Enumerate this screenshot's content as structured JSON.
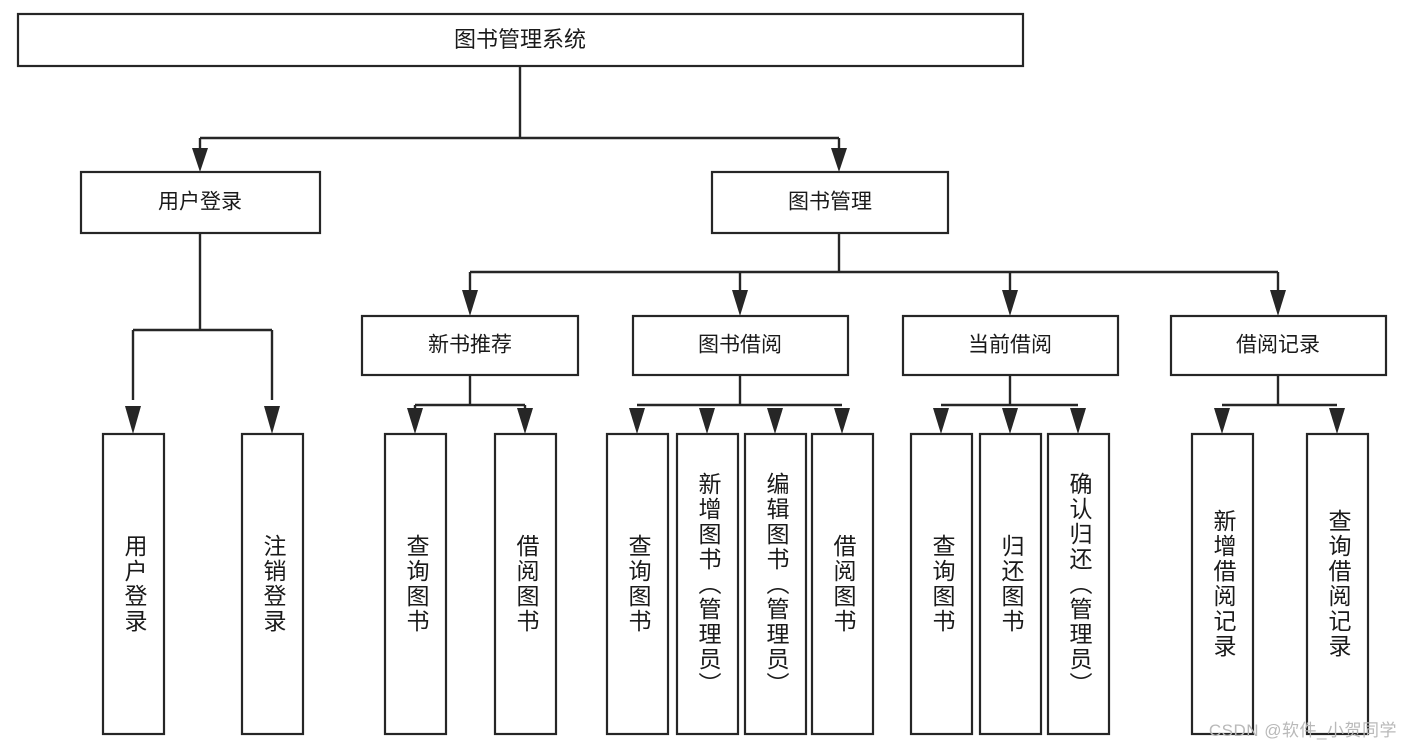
{
  "diagram": {
    "title": "图书管理系统",
    "type": "hierarchy-tree",
    "orientation": "top-down",
    "colors": {
      "box_stroke": "#262626",
      "box_fill": "#ffffff",
      "connector": "#262626",
      "text": "#1a1a1a",
      "watermark": "#b9b9b9",
      "background": "#ffffff"
    },
    "root": {
      "label": "图书管理系统"
    },
    "level1": [
      {
        "id": "user-login",
        "label": "用户登录"
      },
      {
        "id": "book-manage",
        "label": "图书管理"
      }
    ],
    "level2": [
      {
        "id": "new-book-rec",
        "label": "新书推荐",
        "parent": "book-manage"
      },
      {
        "id": "book-borrow",
        "label": "图书借阅",
        "parent": "book-manage"
      },
      {
        "id": "current-borrow",
        "label": "当前借阅",
        "parent": "book-manage"
      },
      {
        "id": "borrow-record",
        "label": "借阅记录",
        "parent": "book-manage"
      }
    ],
    "leaves": [
      {
        "id": "leaf-user-login",
        "label": "用户登录",
        "parent": "user-login"
      },
      {
        "id": "leaf-logout",
        "label": "注销登录",
        "parent": "user-login"
      },
      {
        "id": "leaf-query-book-1",
        "label": "查询图书",
        "parent": "new-book-rec"
      },
      {
        "id": "leaf-borrow-book-1",
        "label": "借阅图书",
        "parent": "new-book-rec"
      },
      {
        "id": "leaf-query-book-2",
        "label": "查询图书",
        "parent": "book-borrow"
      },
      {
        "id": "leaf-add-book",
        "label": "新增图书（管理员）",
        "parent": "book-borrow"
      },
      {
        "id": "leaf-edit-book",
        "label": "编辑图书（管理员）",
        "parent": "book-borrow"
      },
      {
        "id": "leaf-borrow-book-2",
        "label": "借阅图书",
        "parent": "book-borrow"
      },
      {
        "id": "leaf-query-book-3",
        "label": "查询图书",
        "parent": "current-borrow"
      },
      {
        "id": "leaf-return-book",
        "label": "归还图书",
        "parent": "current-borrow"
      },
      {
        "id": "leaf-confirm-return",
        "label": "确认归还（管理员）",
        "parent": "current-borrow"
      },
      {
        "id": "leaf-add-record",
        "label": "新增借阅记录",
        "parent": "borrow-record"
      },
      {
        "id": "leaf-query-record",
        "label": "查询借阅记录",
        "parent": "borrow-record"
      }
    ]
  },
  "watermark": {
    "text": "CSDN @软件_小贺同学"
  }
}
